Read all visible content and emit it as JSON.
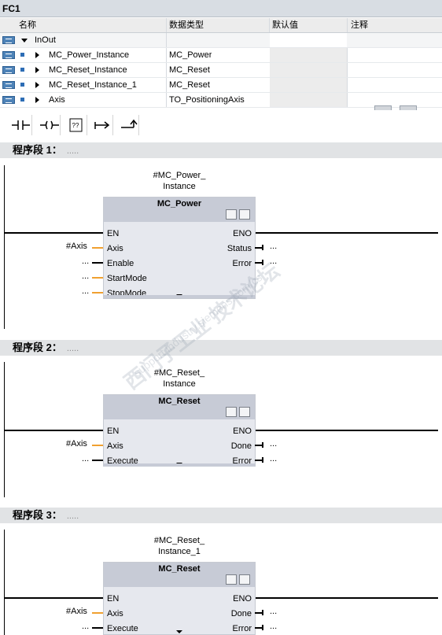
{
  "title": "FC1",
  "interface": {
    "headers": {
      "name": "名称",
      "type": "数据类型",
      "default": "默认值",
      "comment": "注释"
    },
    "section": {
      "name": "InOut"
    },
    "rows": [
      {
        "name": "MC_Power_Instance",
        "type": "MC_Power"
      },
      {
        "name": "MC_Reset_Instance",
        "type": "MC_Reset"
      },
      {
        "name": "MC_Reset_Instance_1",
        "type": "MC_Reset"
      },
      {
        "name": "Axis",
        "type": "TO_PositioningAxis"
      }
    ]
  },
  "toolbar": {
    "items": [
      "no-contact-icon",
      "coil-icon",
      "empty-box-icon",
      "open-branch-icon",
      "close-branch-icon"
    ],
    "box_label": "??"
  },
  "networks": [
    {
      "label": "程序段 1：",
      "comment": ".....",
      "instance_line1": "#MC_Power_",
      "instance_line2": "Instance",
      "block": "MC_Power",
      "en": "EN",
      "eno": "ENO",
      "inputs": [
        "Axis",
        "Enable",
        "StartMode",
        "StopMode"
      ],
      "input_values": [
        "#Axis",
        "...",
        "...",
        "..."
      ],
      "outputs": [
        "Status",
        "Error"
      ],
      "output_values": [
        "...",
        "..."
      ]
    },
    {
      "label": "程序段 2：",
      "comment": ".....",
      "instance_line1": "#MC_Reset_",
      "instance_line2": "Instance",
      "block": "MC_Reset",
      "en": "EN",
      "eno": "ENO",
      "inputs": [
        "Axis",
        "Execute"
      ],
      "input_values": [
        "#Axis",
        "..."
      ],
      "outputs": [
        "Done",
        "Error"
      ],
      "output_values": [
        "...",
        "..."
      ]
    },
    {
      "label": "程序段 3：",
      "comment": ".....",
      "instance_line1": "#MC_Reset_",
      "instance_line2": "Instance_1",
      "block": "MC_Reset",
      "en": "EN",
      "eno": "ENO",
      "inputs": [
        "Axis",
        "Execute"
      ],
      "input_values": [
        "#Axis",
        "..."
      ],
      "outputs": [
        "Done",
        "Error"
      ],
      "output_values": [
        "...",
        "..."
      ]
    }
  ],
  "watermark": {
    "line1": "西门子工业 技术论坛",
    "line2": "support.industry.siemens.com/cs"
  },
  "colors": {
    "connector": "#f0a030",
    "block_header": "#c7cbd6",
    "segment_header": "#e1e3e5"
  }
}
